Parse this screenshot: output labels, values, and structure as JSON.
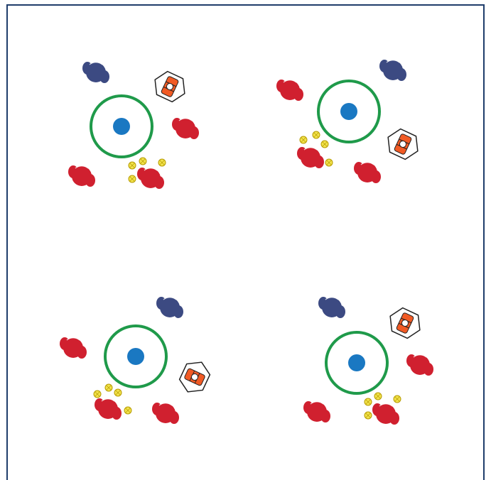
{
  "colors": {
    "frame": "#1f3d6b",
    "background": "#ffffff",
    "ring": "#1f9a4a",
    "center_dot": "#1a78c2",
    "attacker": "#d0202f",
    "defender": "#3c4a82",
    "goalkeeper_fill": "#f15a24",
    "ball": "#f2e24b",
    "ball_outline": "#b59a00"
  },
  "icons": {
    "attacker": "player-red-icon",
    "defender": "player-navy-icon",
    "goalkeeper": "goalkeeper-icon",
    "ball": "ball-icon",
    "target": "target-ring-icon"
  },
  "groups": [
    {
      "id": "top-left",
      "attackers": 3,
      "defenders": 1,
      "goalkeepers": 1,
      "balls": 4
    },
    {
      "id": "top-right",
      "attackers": 3,
      "defenders": 1,
      "goalkeepers": 1,
      "balls": 4
    },
    {
      "id": "bottom-left",
      "attackers": 3,
      "defenders": 1,
      "goalkeepers": 1,
      "balls": 4
    },
    {
      "id": "bottom-right",
      "attackers": 3,
      "defenders": 1,
      "goalkeepers": 1,
      "balls": 4
    }
  ]
}
